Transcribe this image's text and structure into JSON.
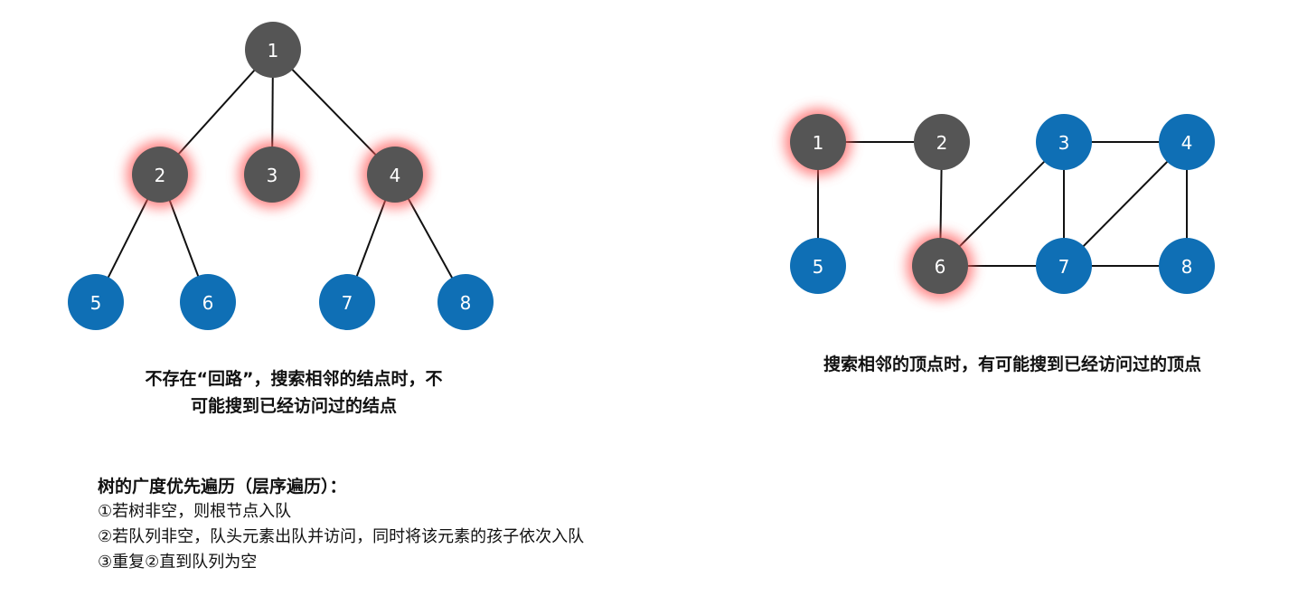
{
  "colors": {
    "gray_node": "#555555",
    "blue_node": "#0f6fb5",
    "glow": "#ff5a5a"
  },
  "tree": {
    "nodes": [
      {
        "id": "1",
        "label": "1",
        "color": "gray",
        "glow": false
      },
      {
        "id": "2",
        "label": "2",
        "color": "gray",
        "glow": true
      },
      {
        "id": "3",
        "label": "3",
        "color": "gray",
        "glow": true
      },
      {
        "id": "4",
        "label": "4",
        "color": "gray",
        "glow": true
      },
      {
        "id": "5",
        "label": "5",
        "color": "blue",
        "glow": false
      },
      {
        "id": "6",
        "label": "6",
        "color": "blue",
        "glow": false
      },
      {
        "id": "7",
        "label": "7",
        "color": "blue",
        "glow": false
      },
      {
        "id": "8",
        "label": "8",
        "color": "blue",
        "glow": false
      }
    ],
    "edges": [
      [
        "1",
        "2"
      ],
      [
        "1",
        "3"
      ],
      [
        "1",
        "4"
      ],
      [
        "2",
        "5"
      ],
      [
        "2",
        "6"
      ],
      [
        "4",
        "7"
      ],
      [
        "4",
        "8"
      ]
    ],
    "caption_line1": "不存在“回路”，搜索相邻的结点时，不",
    "caption_line2": "可能搜到已经访问过的结点"
  },
  "graph": {
    "nodes": [
      {
        "id": "1",
        "label": "1",
        "color": "gray",
        "glow": true
      },
      {
        "id": "2",
        "label": "2",
        "color": "gray",
        "glow": false
      },
      {
        "id": "3",
        "label": "3",
        "color": "blue",
        "glow": false
      },
      {
        "id": "4",
        "label": "4",
        "color": "blue",
        "glow": false
      },
      {
        "id": "5",
        "label": "5",
        "color": "blue",
        "glow": false
      },
      {
        "id": "6",
        "label": "6",
        "color": "gray",
        "glow": true
      },
      {
        "id": "7",
        "label": "7",
        "color": "blue",
        "glow": false
      },
      {
        "id": "8",
        "label": "8",
        "color": "blue",
        "glow": false
      }
    ],
    "edges": [
      [
        "1",
        "2"
      ],
      [
        "1",
        "5"
      ],
      [
        "2",
        "6"
      ],
      [
        "6",
        "7"
      ],
      [
        "6",
        "3"
      ],
      [
        "3",
        "4"
      ],
      [
        "3",
        "7"
      ],
      [
        "4",
        "7"
      ],
      [
        "4",
        "8"
      ],
      [
        "7",
        "8"
      ]
    ],
    "caption": "搜索相邻的顶点时，有可能搜到已经访问过的顶点"
  },
  "bfs": {
    "title": "树的广度优先遍历（层序遍历）：",
    "steps": [
      "①若树非空，则根节点入队",
      "②若队列非空，队头元素出队并访问，同时将该元素的孩子依次入队",
      "③重复②直到队列为空"
    ]
  }
}
